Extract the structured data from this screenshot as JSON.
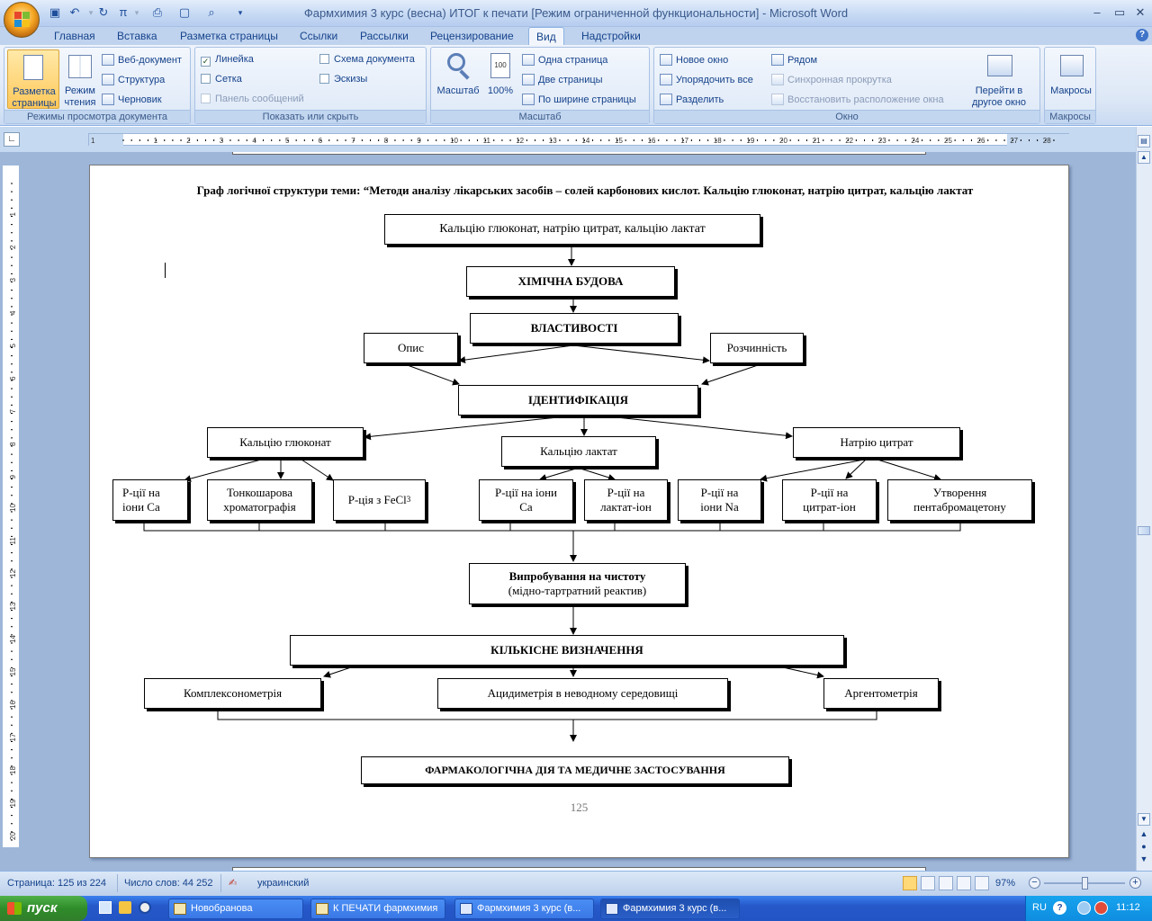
{
  "window": {
    "title": "Фармхимия 3 курс (весна) ИТОГ к печати [Режим ограниченной функциональности] - Microsoft Word"
  },
  "tabs": [
    "Главная",
    "Вставка",
    "Разметка страницы",
    "Ссылки",
    "Рассылки",
    "Рецензирование",
    "Вид",
    "Надстройки"
  ],
  "ribbon": {
    "views": {
      "page_layout": "Разметка страницы",
      "reading": "Режим чтения",
      "web": "Веб-документ",
      "outline": "Структура",
      "draft": "Черновик",
      "label": "Режимы просмотра документа"
    },
    "show": {
      "ruler": "Линейка",
      "grid": "Сетка",
      "message_bar": "Панель сообщений",
      "doc_map": "Схема документа",
      "thumbnails": "Эскизы",
      "label": "Показать или скрыть"
    },
    "zoom": {
      "zoom": "Масштаб",
      "hundred": "100%",
      "one_page": "Одна страница",
      "two_pages": "Две страницы",
      "page_width": "По ширине страницы",
      "label": "Масштаб"
    },
    "window": {
      "new": "Новое окно",
      "arrange": "Упорядочить все",
      "split": "Разделить",
      "side": "Рядом",
      "sync": "Синхронная прокрутка",
      "reset": "Восстановить расположение окна",
      "switch": "Перейти в другое окно",
      "label": "Окно"
    },
    "macros": {
      "macros": "Макросы",
      "label": "Макросы"
    }
  },
  "ruler": {
    "numbers": [
      "1",
      "1",
      "2",
      "3",
      "4",
      "5",
      "6",
      "7",
      "8",
      "9",
      "10",
      "11",
      "12",
      "13",
      "14",
      "15",
      "16",
      "17",
      "18",
      "19",
      "20",
      "21",
      "22",
      "23",
      "24",
      "25",
      "26",
      "27",
      "28"
    ]
  },
  "vruler": {
    "numbers": [
      "1",
      "2",
      "3",
      "4",
      "5",
      "6",
      "7",
      "8",
      "9",
      "10",
      "11",
      "12",
      "13",
      "14",
      "15",
      "16",
      "17",
      "18",
      "19",
      "20"
    ]
  },
  "diagram": {
    "heading": "Граф логічної структури теми: “Методи аналізу лікарських засобів – солей карбонових кислот. Кальцію глюконат, натрію цитрат, кальцію лактат",
    "top": "Кальцію глюконат, натрію цитрат, кальцію лактат",
    "structure": "ХІМІЧНА БУДОВА",
    "properties": "ВЛАСТИВОСТІ",
    "description": "Опис",
    "solubility": "Розчинність",
    "identification": "ІДЕНТИФІКАЦІЯ",
    "gluconate": "Кальцію глюконат",
    "lactate": "Кальцію лактат",
    "citrate": "Натрію цитрат",
    "ca_ions_1": [
      "Р-ції на",
      "іони Са"
    ],
    "tlc": [
      "Тонкошарова",
      "хроматографія"
    ],
    "fecl3": "Р-ція з FeCl",
    "fecl3_sub": "3",
    "ca_ions_2": [
      "Р-ції на іони",
      "Са"
    ],
    "lactate_ion": [
      "Р-ції на",
      "лактат-іон"
    ],
    "na_ions": [
      "Р-ції на",
      "іони Na"
    ],
    "citrate_ion": [
      "Р-ції на",
      "цитрат-іон"
    ],
    "pentabromo": [
      "Утворення",
      "пентабромацетону"
    ],
    "purity": "Випробування на чистоту",
    "purity_sub": "(мідно-тартратний реактив)",
    "quant": "КІЛЬКІСНЕ ВИЗНАЧЕННЯ",
    "complexo": "Комплексонометрія",
    "acidimetry": "Ацидиметрія в неводному середовищі",
    "argento": "Аргентометрія",
    "pharma": "ФАРМАКОЛОГІЧНА ДІЯ ТА МЕДИЧНЕ ЗАСТОСУВАННЯ",
    "page_number": "125"
  },
  "status": {
    "page": "Страница: 125 из 224",
    "words": "Число слов: 44 252",
    "language": "украинский",
    "zoom": "97%"
  },
  "taskbar": {
    "start": "пуск",
    "tasks": [
      "Новобранова",
      "К ПЕЧАТИ фармхимия",
      "Фармхимия 3 курс (в...",
      "Фармхимия 3 курс (в..."
    ],
    "lang": "RU",
    "time": "11:12"
  },
  "colors": {
    "accent": "#15428b",
    "ribbon": "#dce7f6",
    "taskbar": "#245edb",
    "start": "#3c9a37"
  }
}
